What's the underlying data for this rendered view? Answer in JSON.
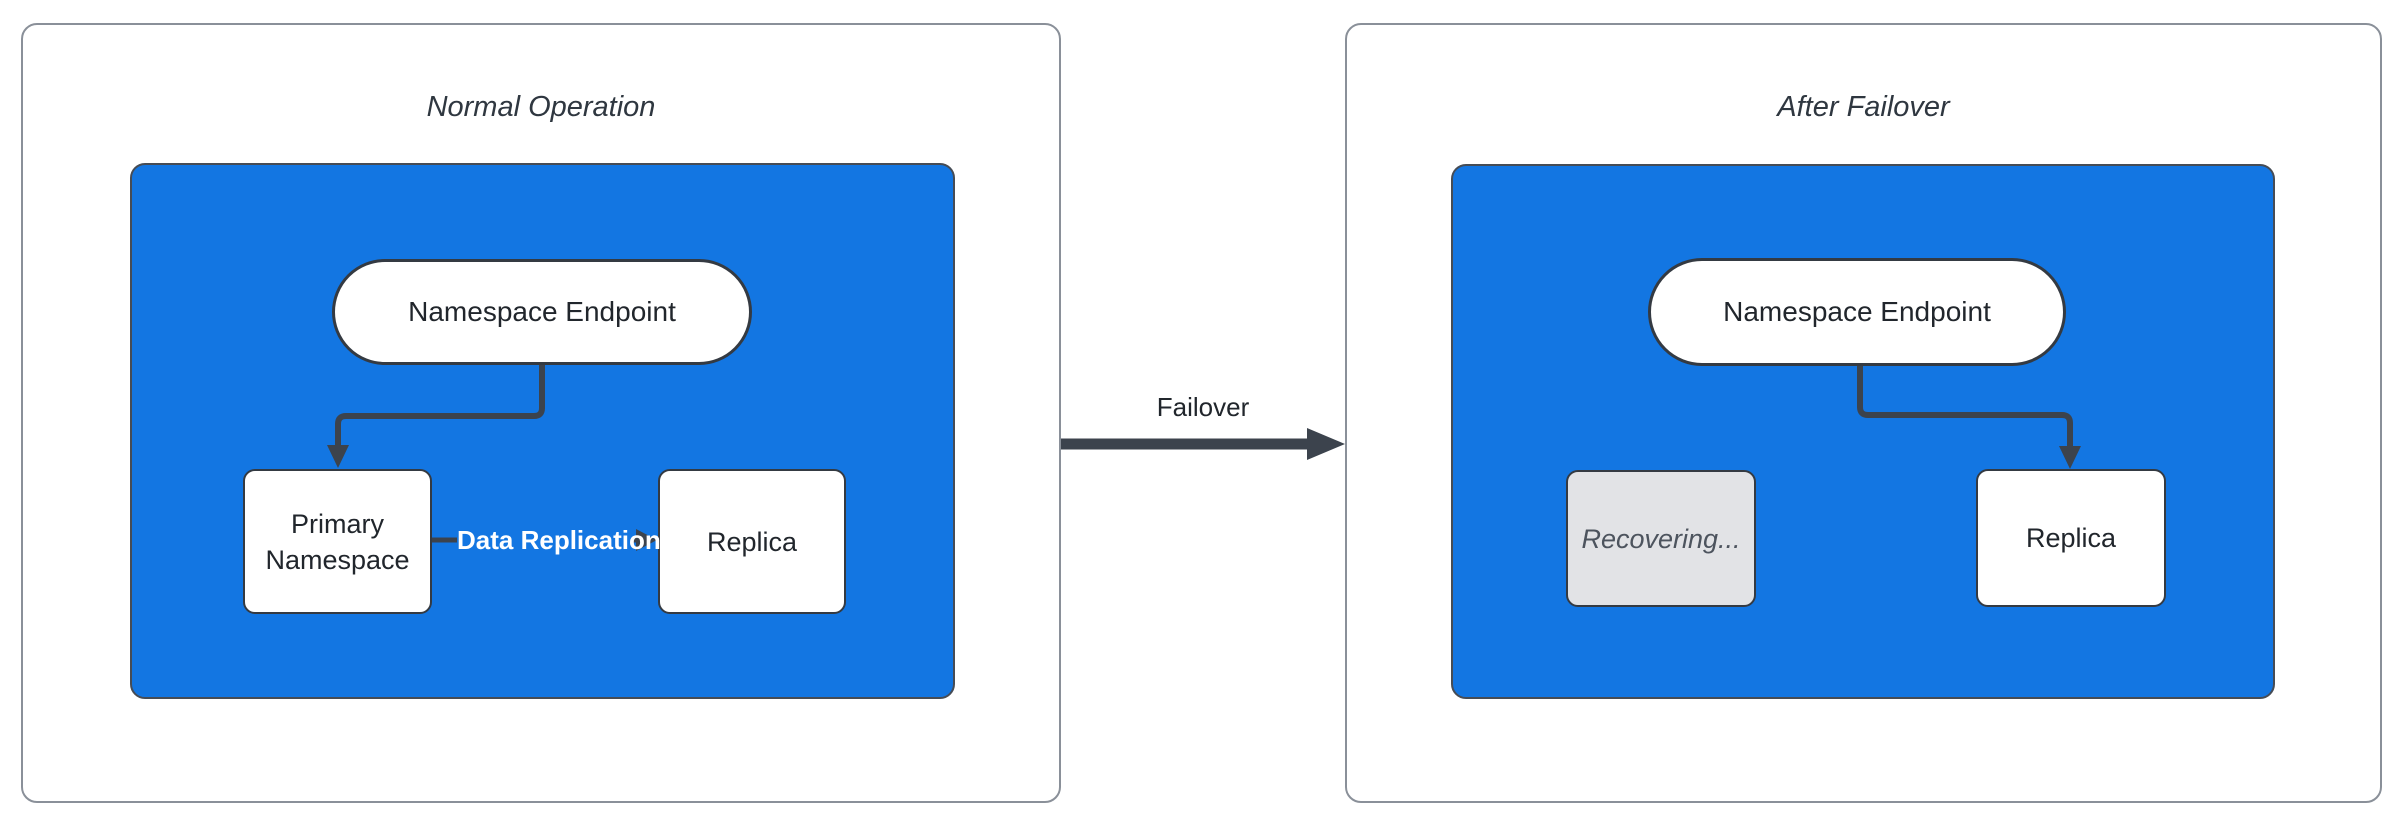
{
  "panels": [
    {
      "title": "Normal Operation",
      "nodes": {
        "endpoint": "Namespace Endpoint",
        "primary": "Primary Namespace",
        "replica": "Replica"
      },
      "edges": {
        "replication_label": "Data Replication"
      }
    },
    {
      "title": "After Failover",
      "nodes": {
        "endpoint": "Namespace Endpoint",
        "recovering": "Recovering...",
        "replica": "Replica"
      }
    }
  ],
  "transition": {
    "label": "Failover"
  },
  "colors": {
    "cluster_fill": "#1376E2",
    "node_fill": "#FFFFFF",
    "node_border": "#343A42",
    "arrow": "#3C434D",
    "recovering_fill": "#E2E3E6",
    "recovering_text": "#4D545E",
    "edge_label_text": "#FFFFFF",
    "panel_border": "#8A9099",
    "title_text": "#2F3740",
    "node_text": "#21262C"
  }
}
